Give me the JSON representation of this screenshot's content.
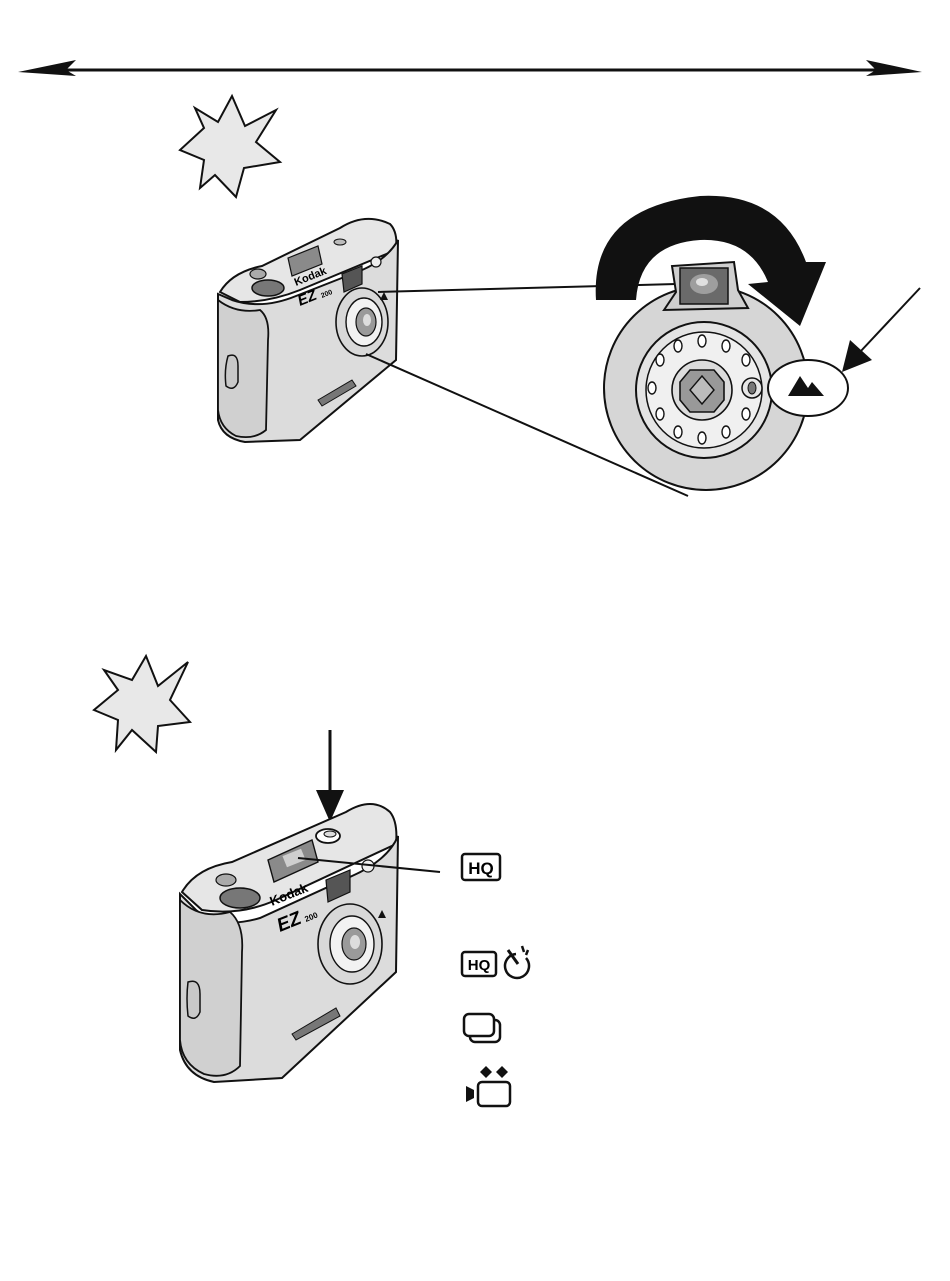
{
  "brand": {
    "name": "Kodak",
    "model": "EZ",
    "model_number": "200"
  },
  "mode_icons": [
    {
      "name": "hq-icon",
      "label": "HQ",
      "meaning": "high quality"
    },
    {
      "name": "hq-self-timer-icon",
      "label": "HQ",
      "meaning": "high quality with self-timer"
    },
    {
      "name": "burst-icon",
      "meaning": "continuous shooting"
    },
    {
      "name": "video-icon",
      "meaning": "movie"
    }
  ],
  "dial_icon": "landscape-mountain-icon",
  "colors": {
    "ink": "#111111",
    "body_gray": "#dcdcdc",
    "dark_gray": "#6e6e6e",
    "mid_gray": "#b4b4b4",
    "white": "#ffffff"
  }
}
